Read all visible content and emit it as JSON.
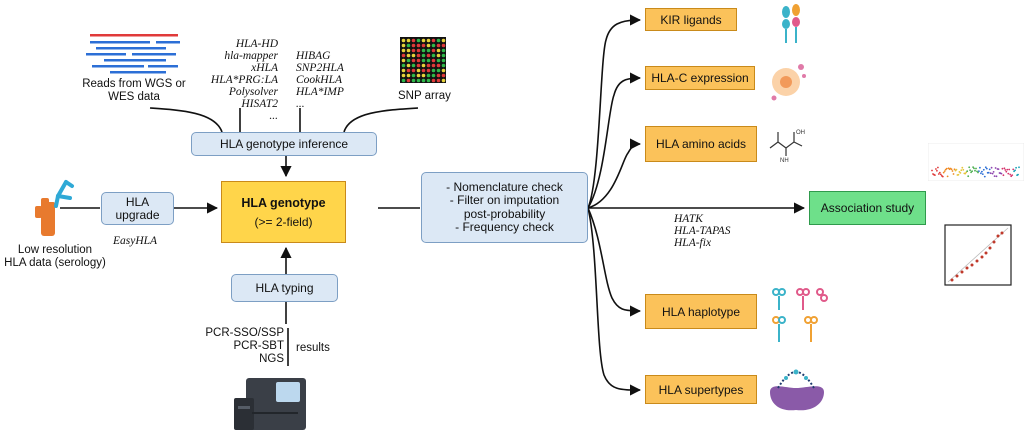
{
  "sources": {
    "reads_label": "Reads from WGS or\nWES data",
    "snp_label": "SNP array",
    "serology_label": "Low resolution\nHLA data (serology)"
  },
  "tools": {
    "col1": [
      "HLA-HD",
      "hla-mapper",
      "xHLA",
      "HLA*PRG:LA",
      "Polysolver",
      "HISAT2",
      "..."
    ],
    "col2": [
      "HIBAG",
      "SNP2HLA",
      "CookHLA",
      "HLA*IMP",
      "..."
    ],
    "upgrade_tool": "EasyHLA",
    "association_tools": [
      "HATK",
      "HLA-TAPAS",
      "HLA-fix"
    ]
  },
  "boxes": {
    "inference": "HLA genotype inference",
    "upgrade": "HLA\nupgrade",
    "genotype_title": "HLA genotype",
    "genotype_sub": "(>= 2-field)",
    "typing": "HLA typing",
    "qc": "- Nomenclature check\n- Filter on imputation\npost-probability\n- Frequency check"
  },
  "typing_methods": [
    "PCR-SSO/SSP",
    "PCR-SBT",
    "NGS"
  ],
  "typing_results": "results",
  "outputs": {
    "kir": "KIR ligands",
    "hlac": "HLA-C expression",
    "amino": "HLA amino acids",
    "association": "Association study",
    "haplotype": "HLA haplotype",
    "supertypes": "HLA supertypes"
  },
  "colors": {
    "blue_fill": "#dce8f5",
    "orange_fill": "#fbc25a",
    "green_fill": "#6ee08a",
    "genotype_fill": "#ffd54a"
  }
}
